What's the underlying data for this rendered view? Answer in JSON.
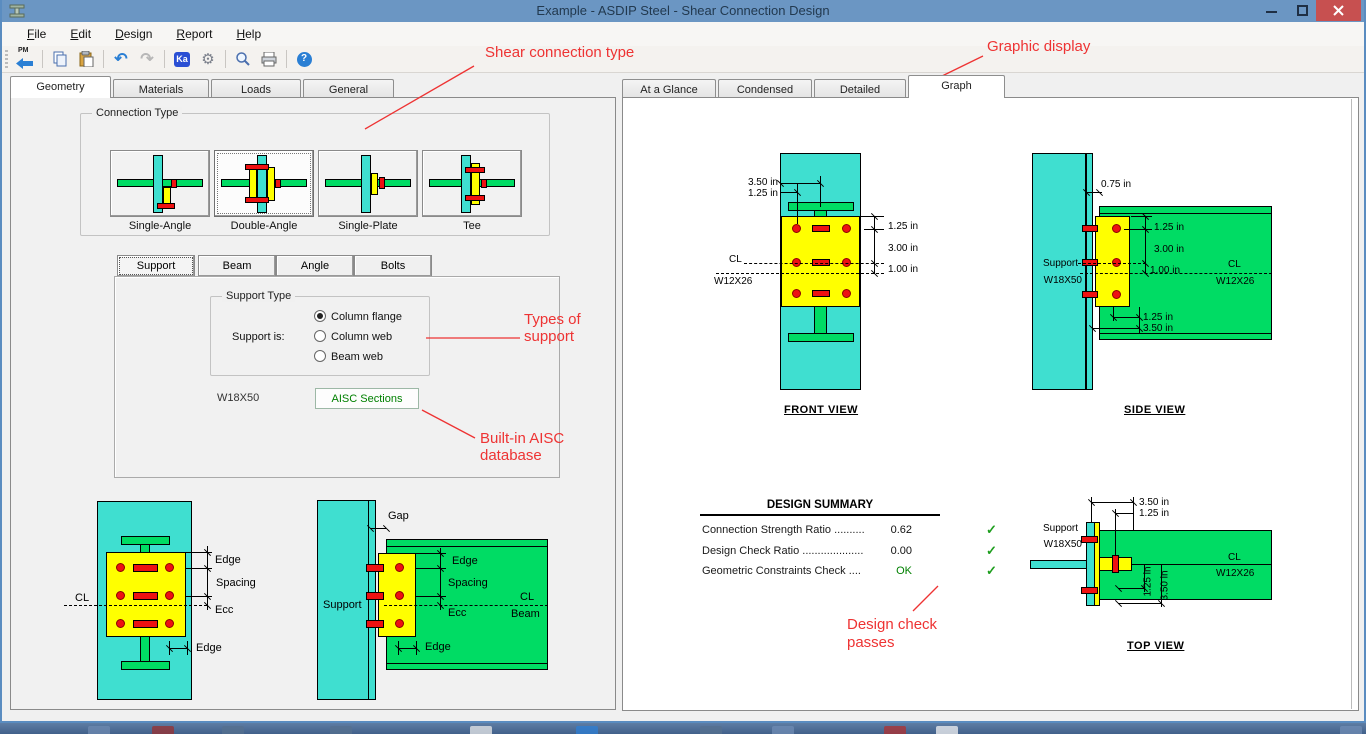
{
  "window": {
    "title": "Example - ASDIP Steel - Shear Connection Design"
  },
  "menu": {
    "items": [
      "File",
      "Edit",
      "Design",
      "Report",
      "Help"
    ]
  },
  "toolbar": {
    "pm_label": "PM",
    "ka_label": "Ka",
    "help_glyph": "?",
    "undo_glyph": "↶",
    "redo_glyph": "↷",
    "gear_glyph": "⚙"
  },
  "annotations": {
    "shear_connection": "Shear connection type",
    "graphic_display": "Graphic display",
    "types_line1": "Types of",
    "types_line2": "support",
    "builtin_line1": "Built-in AISC",
    "builtin_line2": "database",
    "design_line1": "Design check",
    "design_line2": "passes",
    "color": "#ee3333"
  },
  "left_tabs": {
    "items": [
      "Geometry",
      "Materials",
      "Loads",
      "General"
    ],
    "active": "Geometry"
  },
  "right_tabs": {
    "items": [
      "At a Glance",
      "Condensed",
      "Detailed",
      "Graph"
    ],
    "active": "Graph"
  },
  "connection_type": {
    "group_label": "Connection Type",
    "options": [
      "Single-Angle",
      "Double-Angle",
      "Single-Plate",
      "Tee"
    ],
    "selected": "Double-Angle"
  },
  "sub_tabs": {
    "items": [
      "Support",
      "Beam",
      "Angle",
      "Bolts"
    ],
    "active": "Support"
  },
  "support_panel": {
    "group_label": "Support Type",
    "prompt": "Support is:",
    "radios": [
      {
        "label": "Column flange",
        "checked": true
      },
      {
        "label": "Column web",
        "checked": false
      },
      {
        "label": "Beam web",
        "checked": false
      }
    ],
    "section": "W18X50",
    "aisc_button": "AISC Sections"
  },
  "diagram_a": {
    "cl": "CL",
    "edge_top": "Edge",
    "spacing": "Spacing",
    "ecc": "Ecc",
    "edge_bottom": "Edge"
  },
  "diagram_b": {
    "gap": "Gap",
    "support": "Support",
    "edge_top": "Edge",
    "spacing": "Spacing",
    "ecc": "Ecc",
    "cl": "CL",
    "beam": "Beam",
    "edge_bottom": "Edge"
  },
  "front_view": {
    "title": "FRONT VIEW",
    "dim_top1": "3.50 in",
    "dim_top2": "1.25 in",
    "dim_r1": "1.25 in",
    "dim_r2": "3.00 in",
    "dim_r3": "1.00 in",
    "cl": "CL",
    "member": "W12X26"
  },
  "side_view": {
    "title": "SIDE VIEW",
    "dim_gap": "0.75 in",
    "dim_r1": "1.25 in",
    "dim_r2": "3.00 in",
    "dim_r3": "1.00 in",
    "dim_b1": "1.25 in",
    "dim_b2": "3.50 in",
    "support": "Support",
    "support_member": "W18X50",
    "cl": "CL",
    "member": "W12X26"
  },
  "top_view": {
    "title": "TOP VIEW",
    "dim_t1": "3.50 in",
    "dim_t2": "1.25 in",
    "dim_v1": "1.25 in",
    "dim_v2": "3.50 in",
    "support": "Support",
    "support_member": "W18X50",
    "cl": "CL",
    "member": "W12X26"
  },
  "design_summary": {
    "title": "DESIGN SUMMARY",
    "rows": [
      {
        "label": "Connection Strength Ratio ..........",
        "value": "0.62",
        "check": "✓"
      },
      {
        "label": "Design Check Ratio ....................",
        "value": "0.00",
        "check": "✓"
      },
      {
        "label": "Geometric Constraints Check ....",
        "value": "OK",
        "check": "✓"
      }
    ]
  },
  "colors": {
    "member_cyan": "#3fdfd0",
    "beam_green": "#00dc64",
    "plate_yellow": "#ffff00",
    "bolt_red": "#ee1111",
    "annotation_red": "#ee3333",
    "titlebar_blue": "#6b96c3",
    "close_red": "#c75050",
    "check_green": "#1e9e1e",
    "ok_green": "#008000"
  }
}
